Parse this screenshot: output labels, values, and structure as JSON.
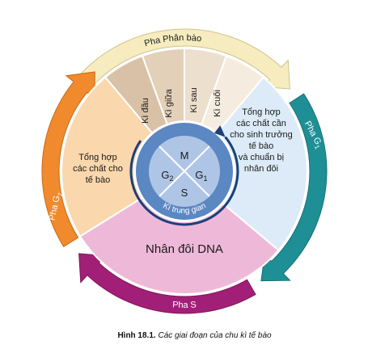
{
  "figure": {
    "caption_label": "Hình 18.1.",
    "caption_text": "Các giai đoạn của chu kì tế bào"
  },
  "phases": {
    "mitosis": "Pha Phân bào",
    "g1": "Pha G",
    "g1_sub": "1",
    "g2": "Pha G",
    "g2_sub": "2",
    "s": "Pha S"
  },
  "mitosis_stages": [
    "Kì đầu",
    "Kì giữa",
    "Kì sau",
    "Kì cuối"
  ],
  "sectors": {
    "g1_text": [
      "Tổng hợp",
      "các chất cần",
      "cho sinh trưởng",
      "tế bào",
      "và chuẩn bị",
      "nhân đôi"
    ],
    "g2_text": [
      "Tổng hợp",
      "các chất cho",
      "tế bào"
    ],
    "s_text": "Nhân đôi DNA"
  },
  "center": {
    "m": "M",
    "g": "G",
    "g1_sub": "1",
    "g2_sub": "2",
    "s": "S",
    "ring_label": "Kì trung gian"
  },
  "colors": {
    "g1": "#dcebf7",
    "g2": "#fbd7ad",
    "s": "#eeb9d9",
    "prophase": "#d8c1a6",
    "metaphase": "#e2d0b9",
    "anaphase": "#ecdfcd",
    "telophase": "#f5ecdf",
    "mitosis_arrow": "#f6ecbf",
    "g1_arrow": "#1f8f96",
    "g2_arrow": "#f08a2c",
    "s_arrow": "#a21f78",
    "center_ring": "#5b87c3",
    "center_core": "#aec5e6"
  }
}
